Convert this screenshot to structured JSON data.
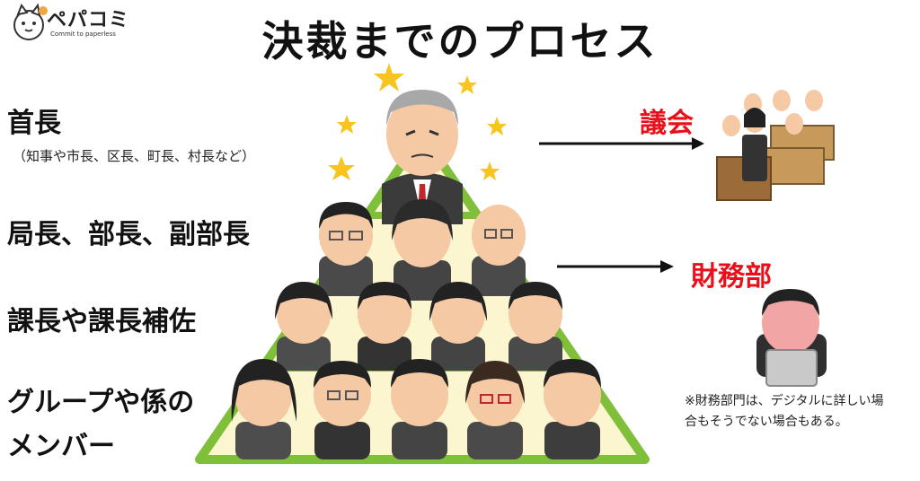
{
  "logo": {
    "name": "ペパコミ",
    "tagline": "Commit to paperless"
  },
  "title": "決裁までのプロセス",
  "levels": [
    {
      "label": "首長",
      "note": "（知事や市長、区長、町長、村長など）"
    },
    {
      "label": "局長、部長、副部長"
    },
    {
      "label": "課長や課長補佐"
    },
    {
      "label": "グループや係の",
      "label2": "メンバー"
    }
  ],
  "targets": [
    {
      "label": "議会"
    },
    {
      "label": "財務部"
    }
  ],
  "footnote": "※財務部門は、デジタルに詳しい場合もそうでない場合もある。",
  "colors": {
    "accent_red": "#e8101a",
    "pyramid_green": "#7fbf3a",
    "pyramid_fill": "#fbf6cf",
    "star": "#f7c51e"
  }
}
